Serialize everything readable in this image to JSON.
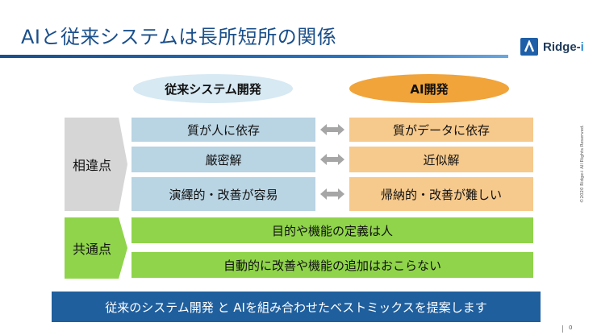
{
  "slide": {
    "title": "AIと従来システムは長所短所の関係",
    "logo": {
      "text": "Ridge-",
      "accent": "i"
    },
    "columns": {
      "left": "従来システム開発",
      "right": "AI開発"
    },
    "differences": {
      "label": "相違点",
      "rows": [
        {
          "left": "質が人に依存",
          "right": "質がデータに依存"
        },
        {
          "left": "厳密解",
          "right": "近似解"
        },
        {
          "left": "演繹的・改善が容易",
          "right": "帰納的・改善が難しい"
        }
      ]
    },
    "common": {
      "label": "共通点",
      "rows": [
        "目的や機能の定義は人",
        "自動的に改善や機能の追加はおこらない"
      ]
    },
    "banner": "従来のシステム開発 と AIを組み合わせたベストミックスを提案します",
    "copyright": "©2020 Ridge-i All Rights Reserved.",
    "page_number": "0"
  },
  "colors": {
    "title": "#1a4f8a",
    "pill_left": "#d7e9f3",
    "pill_right": "#f0a43a",
    "box_left": "#b9d4e3",
    "box_right": "#f6c98c",
    "common": "#8fd44a",
    "banner": "#1f5f9e"
  }
}
